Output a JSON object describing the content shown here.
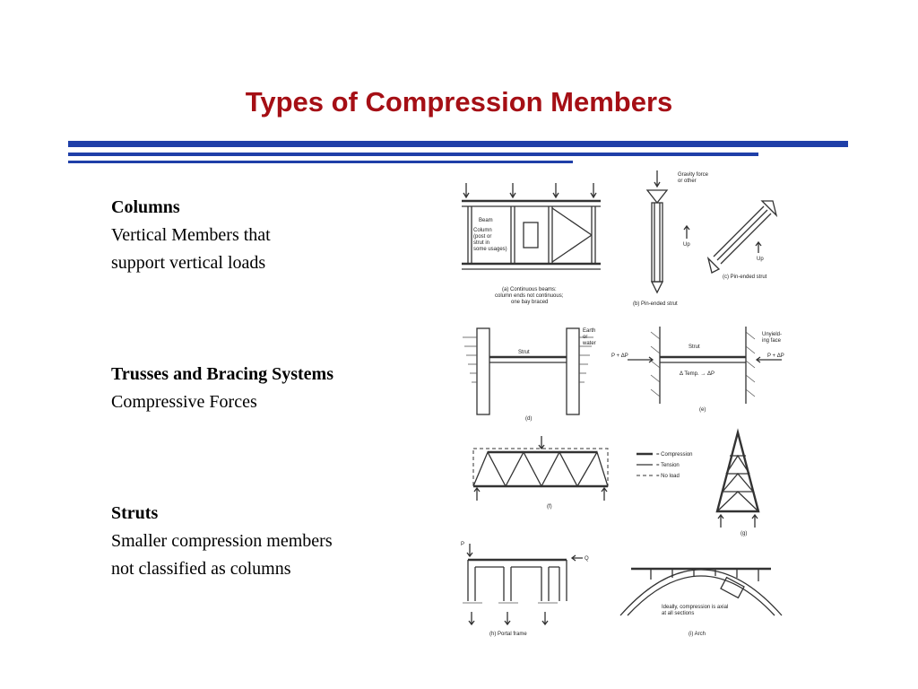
{
  "slide": {
    "title": "Types of Compression Members",
    "accent_color": "#1f3fa8",
    "title_color": "#a50f15"
  },
  "sections": [
    {
      "heading": "Columns",
      "lines": [
        "Vertical Members  that",
        "support vertical loads"
      ]
    },
    {
      "heading": "Trusses and Bracing Systems",
      "lines": [
        "Compressive Forces"
      ]
    },
    {
      "heading": "Struts",
      "lines": [
        "Smaller compression members",
        "not classified as columns"
      ]
    }
  ],
  "figure": {
    "a_labels": [
      "Beam",
      "Column",
      "(post or",
      "strut in",
      "some usages)"
    ],
    "a_caption": [
      "(a) Continuous beams:",
      "column ends not continuous;",
      "one bay braced"
    ],
    "b_labels": [
      "Gravity force",
      "or other",
      "Up"
    ],
    "b_caption": "(b) Pin-ended strut",
    "c_labels": [
      "Up"
    ],
    "c_caption": "(c) Pin-ended strut",
    "d_labels": [
      "Earth",
      "or",
      "water",
      "Strut"
    ],
    "d_caption": "(d)",
    "e_labels": [
      "Unyield-",
      "ing face",
      "Strut",
      "P + ΔP",
      "P + ΔP",
      "Δ Temp. → ΔP"
    ],
    "e_caption": "(e)",
    "f_legend": [
      "= Compression",
      "= Tension",
      "= No load"
    ],
    "f_caption": "(f)",
    "g_caption": "(g)",
    "h_labels": [
      "P",
      "Q"
    ],
    "h_caption": "(h) Portal frame",
    "i_labels": [
      "Ideally, compression is axial",
      "at all sections"
    ],
    "i_caption": "(i) Arch"
  }
}
